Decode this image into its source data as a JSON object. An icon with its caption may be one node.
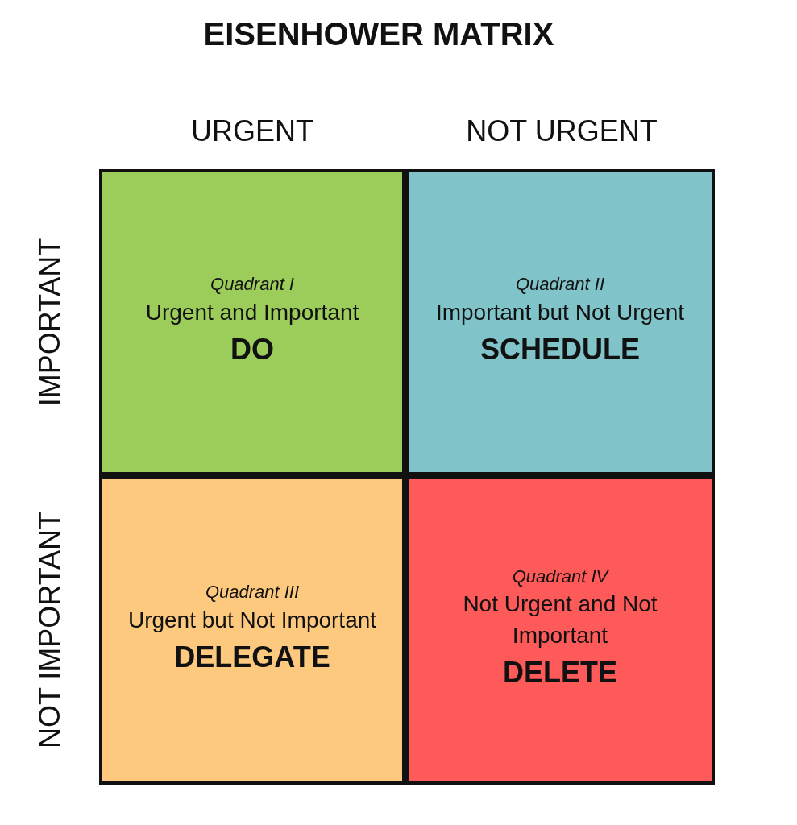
{
  "diagram": {
    "title": "EISENHOWER MATRIX",
    "nodes": [
      {
        "text": [
          "Quadrant I",
          "Urgent and Important",
          "DO"
        ]
      },
      {
        "text": [
          "Quadrant II",
          "Important but Not Urgent",
          "SCHEDULE"
        ]
      },
      {
        "text": [
          "Quadrant III",
          "Urgent but Not Important",
          "DELEGATE"
        ]
      },
      {
        "text": [
          "Quadrant IV",
          "Not Urgent and Not Important",
          "DELETE"
        ]
      }
    ],
    "labels": [
      "URGENT",
      "NOT URGENT",
      "IMPORTANT",
      "NOT IMPORTANT"
    ]
  }
}
